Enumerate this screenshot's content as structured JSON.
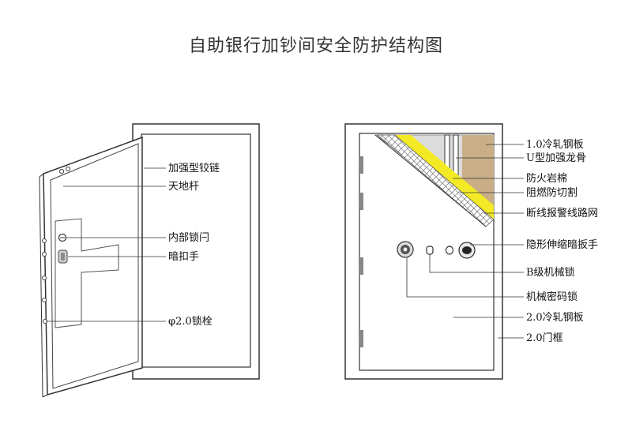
{
  "title": "自助银行加钞间安全防护结构图",
  "left_door": {
    "labels": [
      "加强型铰链",
      "天地杆",
      "内部锁闩",
      "暗扣手",
      "φ2.0锁栓"
    ]
  },
  "right_door": {
    "labels": [
      "1.0冷轧钢板",
      "U型加强龙骨",
      "防火岩棉",
      "阻燃防切割",
      "断线报警线路网",
      "隐形伸缩暗扳手",
      "B级机械锁",
      "机械密码锁",
      "2.0冷轧钢板",
      "2.0门框"
    ]
  },
  "colors": {
    "rock_wool": "#c9ae88",
    "fire_layer": "#f3ea25",
    "steel_plate": "#d8d8d8",
    "outline": "#333333"
  }
}
